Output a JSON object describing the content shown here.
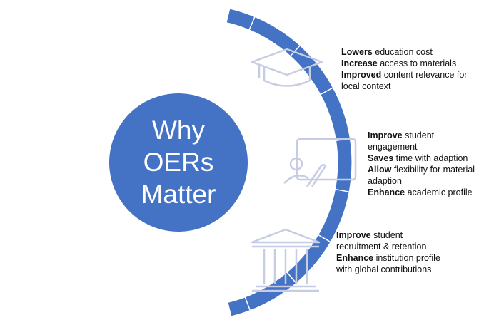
{
  "title": {
    "lines": [
      "Why",
      "OERs",
      "Matter"
    ]
  },
  "colors": {
    "primary": "#4472C4",
    "icon": "#C6CCE2"
  },
  "blocks": [
    {
      "icon": "graduation-cap-icon",
      "items": [
        {
          "bold": "Lowers",
          "text": " education cost"
        },
        {
          "bold": "Increase",
          "text": " access to materials"
        },
        {
          "bold": "Improved",
          "text": " content relevance for"
        },
        {
          "bold": "",
          "text": "local context"
        }
      ]
    },
    {
      "icon": "presenter-board-icon",
      "items": [
        {
          "bold": "Improve",
          "text": " student"
        },
        {
          "bold": "",
          "text": "engagement"
        },
        {
          "bold": "Saves",
          "text": " time with adaption"
        },
        {
          "bold": "Allow",
          "text": " flexibility for material"
        },
        {
          "bold": "",
          "text": "adaption"
        },
        {
          "bold": "Enhance",
          "text": " academic profile"
        }
      ]
    },
    {
      "icon": "institution-building-icon",
      "items": [
        {
          "bold": "Improve",
          "text": " student"
        },
        {
          "bold": "",
          "text": "recruitment & retention"
        },
        {
          "bold": "Enhance",
          "text": " institution profile"
        },
        {
          "bold": "",
          "text": "with global contributions"
        }
      ]
    }
  ]
}
